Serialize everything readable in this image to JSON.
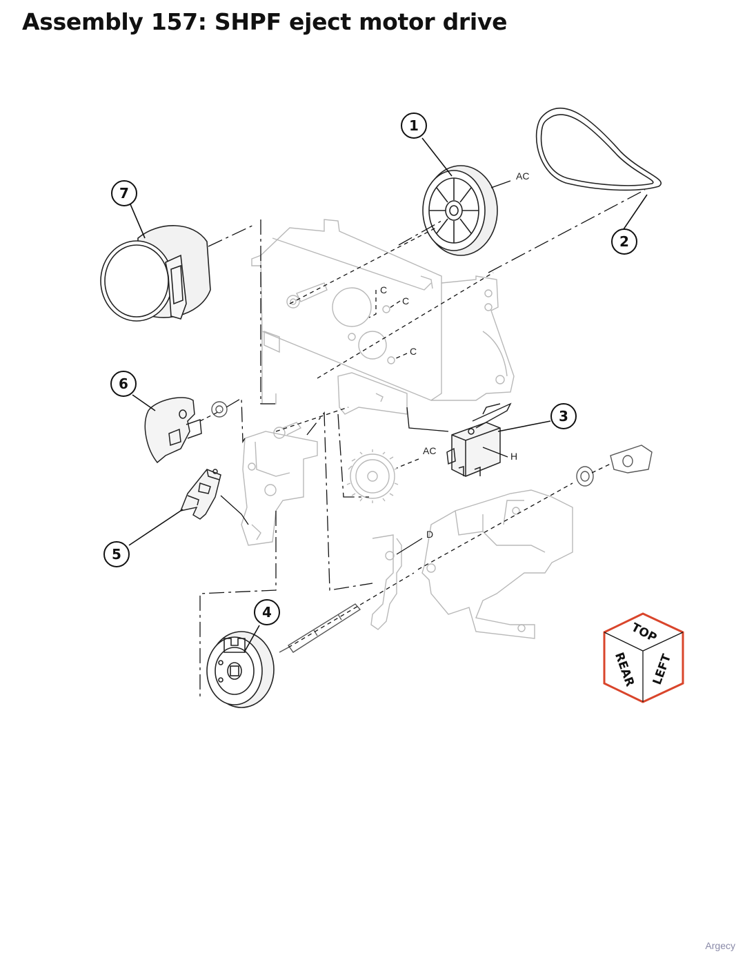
{
  "title": "Assembly 157: SHPF eject motor drive",
  "callouts": [
    "1",
    "2",
    "3",
    "4",
    "5",
    "6",
    "7"
  ],
  "reference_labels": {
    "gear_ac": "AC",
    "gear2_ac": "AC",
    "c1": "C",
    "c2": "C",
    "c3": "C",
    "h": "H",
    "d": "D"
  },
  "orientation_cube": {
    "top": "TOP",
    "rear": "REAR",
    "left": "LEFT",
    "border_color": "#d9452b"
  },
  "footer": "Argecy"
}
